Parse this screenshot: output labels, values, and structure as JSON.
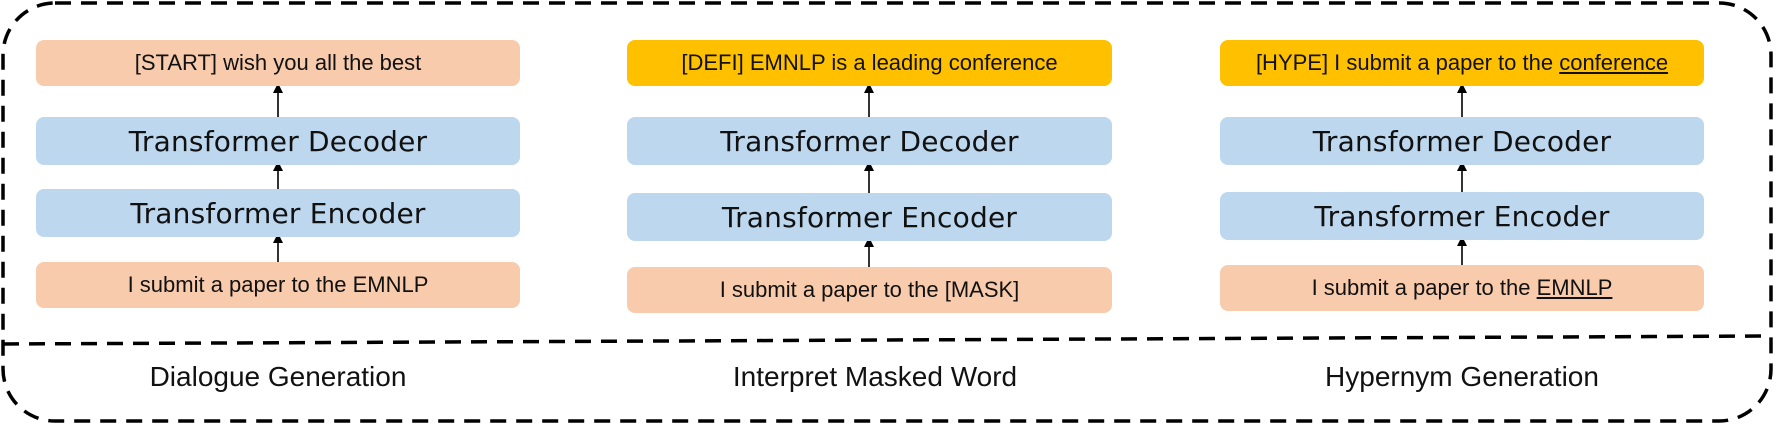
{
  "panels": [
    {
      "output": {
        "prefix": "[START] wish you all the best",
        "underlined": ""
      },
      "decoder": "Transformer Decoder",
      "encoder": "Transformer Encoder",
      "input": {
        "prefix": "I submit a paper to the EMNLP",
        "underlined": ""
      },
      "caption": "Dialogue Generation"
    },
    {
      "output": {
        "prefix": "[DEFI] EMNLP is a leading conference",
        "underlined": ""
      },
      "decoder": "Transformer Decoder",
      "encoder": "Transformer Encoder",
      "input": {
        "prefix": "I submit a paper to the [MASK]",
        "underlined": ""
      },
      "caption": "Interpret Masked Word"
    },
    {
      "output": {
        "prefix": "[HYPE] I submit a paper to the ",
        "underlined": "conference"
      },
      "decoder": "Transformer Decoder",
      "encoder": "Transformer Encoder",
      "input": {
        "prefix": "I submit a paper to the ",
        "underlined": "EMNLP"
      },
      "caption": "Hypernym Generation"
    }
  ],
  "colors": {
    "input_box": "#f8cbad",
    "dialogue_output_box": "#f8cbad",
    "task_output_box": "#ffc000",
    "model_box": "#bdd7ee",
    "border": "#000000"
  }
}
